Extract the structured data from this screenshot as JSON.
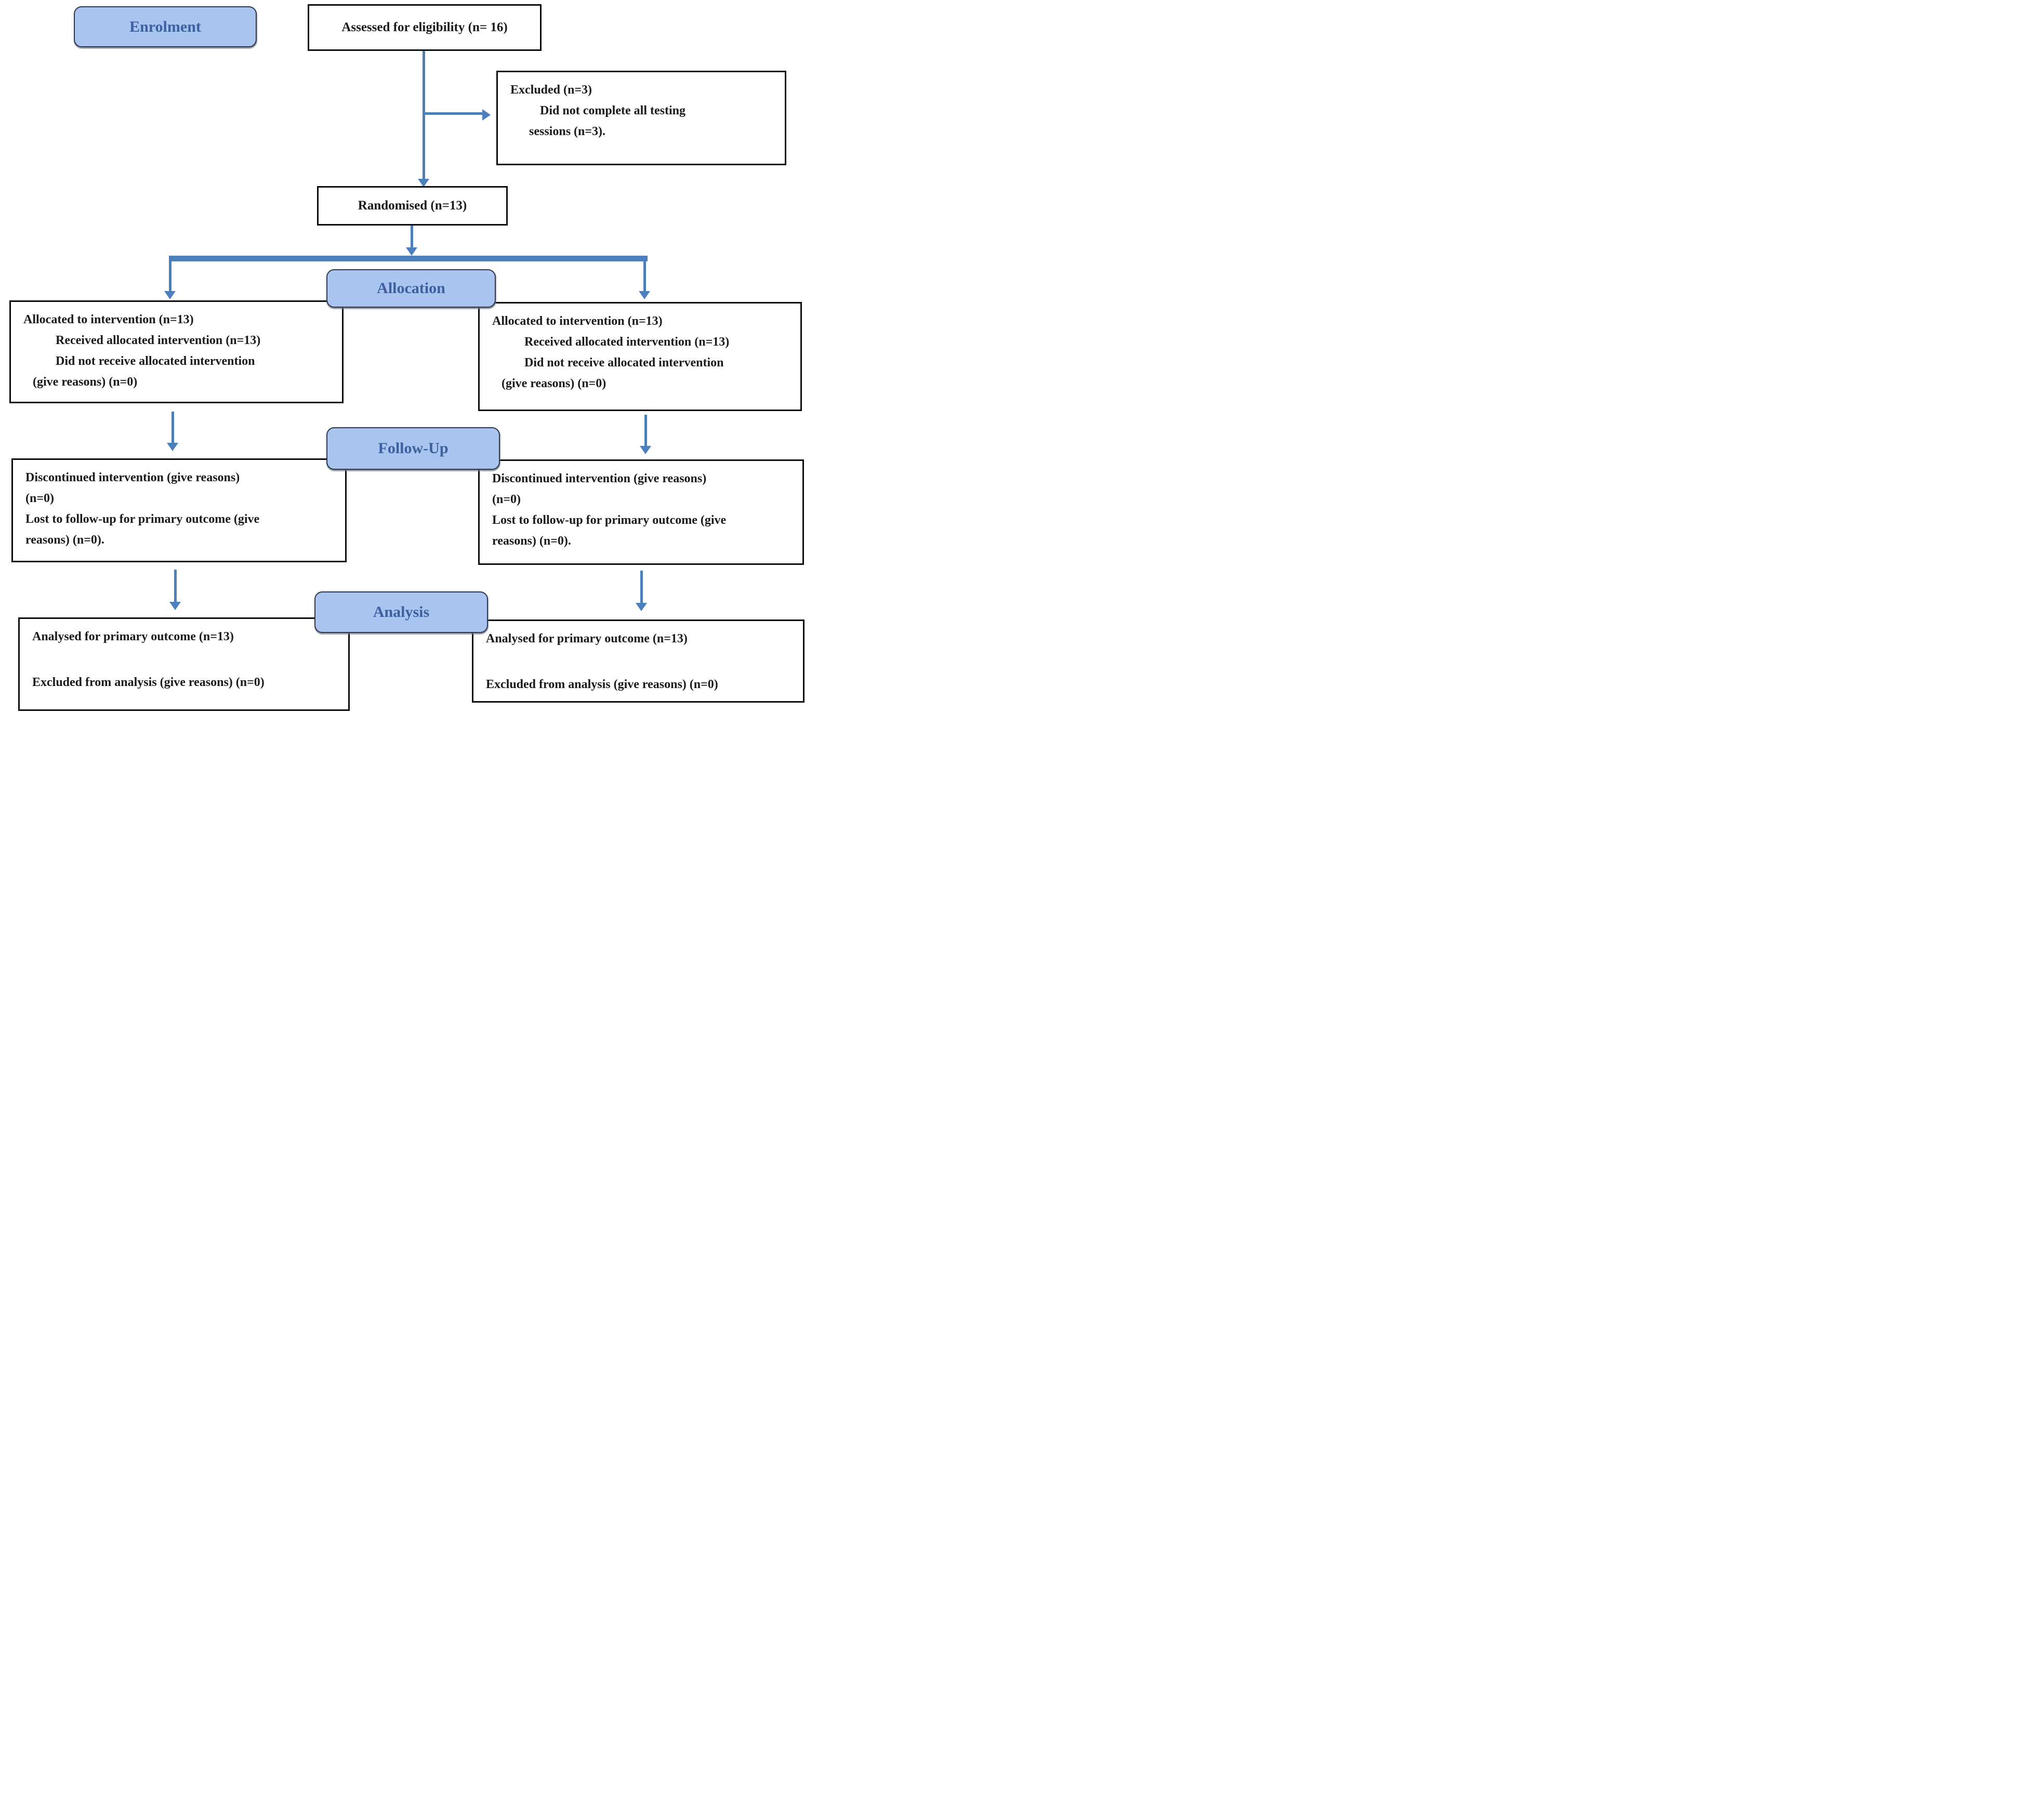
{
  "diagram": {
    "title": "CONSORT participant flow diagram",
    "stages": {
      "enrolment": "Enrolment",
      "allocation": "Allocation",
      "followup": "Follow-Up",
      "analysis": "Analysis"
    },
    "boxes": {
      "assessed": "Assessed for eligibility (n= 16)",
      "excluded": {
        "lines": [
          "Excluded (n=3)",
          "Did not complete all testing",
          "sessions (n=3)."
        ]
      },
      "randomised": "Randomised (n=13)",
      "alloc_left": {
        "lines": [
          "Allocated to intervention (n=13)",
          "Received allocated intervention (n=13)",
          "Did not receive allocated intervention",
          "(give reasons) (n=0)"
        ]
      },
      "alloc_right": {
        "lines": [
          "Allocated to intervention (n=13)",
          "Received allocated intervention (n=13)",
          "Did not receive allocated intervention",
          "(give reasons) (n=0)"
        ]
      },
      "followup_left": {
        "lines": [
          "Discontinued intervention (give reasons)",
          "(n=0)",
          "Lost to follow-up for primary outcome (give",
          "reasons) (n=0)."
        ]
      },
      "followup_right": {
        "lines": [
          "Discontinued intervention (give reasons)",
          "(n=0)",
          "Lost to follow-up for primary outcome (give",
          "reasons) (n=0)."
        ]
      },
      "analysis_left": {
        "lines": [
          "Analysed for primary outcome (n=13)",
          "Excluded from analysis (give reasons) (n=0)"
        ]
      },
      "analysis_right": {
        "lines": [
          "Analysed for primary outcome (n=13)",
          "Excluded from analysis (give reasons) (n=0)"
        ]
      }
    },
    "colors": {
      "stage_fill": "#a9c4ee",
      "stage_text": "#3c5fa0",
      "arrow_blue": "#4e7fbd",
      "box_border": "#0d0d0d",
      "body_text": "#1a1a1a"
    }
  }
}
